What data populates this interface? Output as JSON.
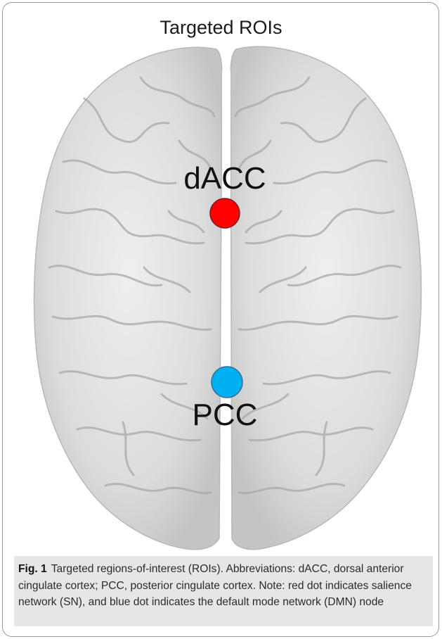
{
  "figure": {
    "title": "Targeted ROIs",
    "markers": [
      {
        "label": "dAcc",
        "text": "dACC",
        "color": "#ff0000"
      },
      {
        "label": "pcc",
        "text": "PCC",
        "color": "#00b0f0"
      }
    ],
    "caption_label": "Fig. 1",
    "caption_text": "Targeted regions-of-interest (ROIs). Abbreviations: dACC, dorsal anterior cingulate cortex; PCC, posterior cingulate cortex. Note: red dot indicates salience network (SN), and blue dot indicates the default mode network (DMN) node",
    "brain_color": "#e2e2e2"
  }
}
